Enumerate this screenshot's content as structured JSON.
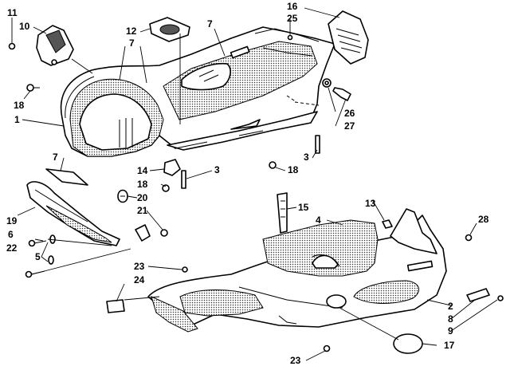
{
  "callouts": [
    {
      "id": "c11",
      "text": "11"
    },
    {
      "id": "c10",
      "text": "10"
    },
    {
      "id": "c12",
      "text": "12"
    },
    {
      "id": "c7a",
      "text": "7"
    },
    {
      "id": "c7b",
      "text": "7"
    },
    {
      "id": "c16",
      "text": "16"
    },
    {
      "id": "c25",
      "text": "25"
    },
    {
      "id": "c18a",
      "text": "18"
    },
    {
      "id": "c1",
      "text": "1"
    },
    {
      "id": "c26",
      "text": "26"
    },
    {
      "id": "c27",
      "text": "27"
    },
    {
      "id": "c3a",
      "text": "3"
    },
    {
      "id": "c18b",
      "text": "18"
    },
    {
      "id": "c7c",
      "text": "7"
    },
    {
      "id": "c14",
      "text": "14"
    },
    {
      "id": "c3b",
      "text": "3"
    },
    {
      "id": "c18c",
      "text": "18"
    },
    {
      "id": "c20",
      "text": "20"
    },
    {
      "id": "c19",
      "text": "19"
    },
    {
      "id": "c21",
      "text": "21"
    },
    {
      "id": "c15",
      "text": "15"
    },
    {
      "id": "c13",
      "text": "13"
    },
    {
      "id": "c4",
      "text": "4"
    },
    {
      "id": "c28",
      "text": "28"
    },
    {
      "id": "c6",
      "text": "6"
    },
    {
      "id": "c5",
      "text": "5"
    },
    {
      "id": "c22",
      "text": "22"
    },
    {
      "id": "c23a",
      "text": "23"
    },
    {
      "id": "c24",
      "text": "24"
    },
    {
      "id": "c2",
      "text": "2"
    },
    {
      "id": "c8",
      "text": "8"
    },
    {
      "id": "c9",
      "text": "9"
    },
    {
      "id": "c17",
      "text": "17"
    },
    {
      "id": "c23b",
      "text": "23"
    }
  ]
}
